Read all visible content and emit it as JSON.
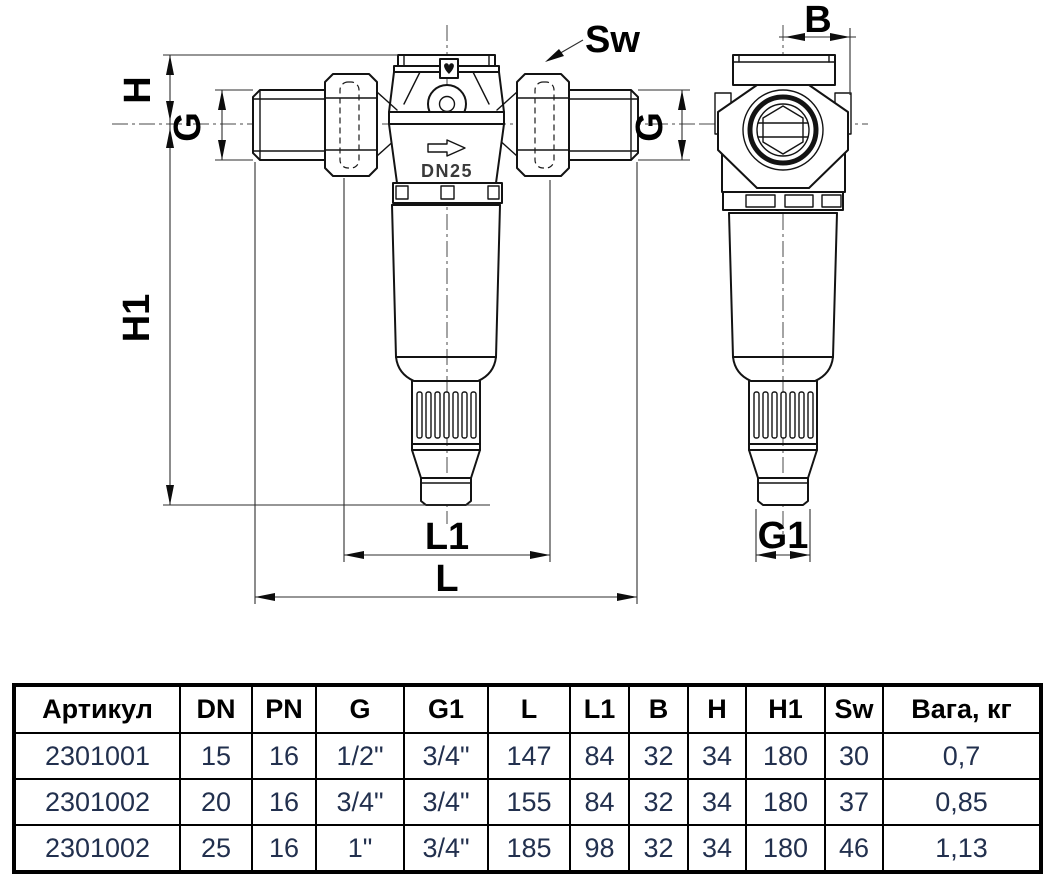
{
  "drawing": {
    "labels": {
      "h": "H",
      "g": "G",
      "h1": "H1",
      "l1": "L1",
      "l": "L",
      "sw": "Sw",
      "b": "B",
      "g1": "G1",
      "dn": "DN25"
    }
  },
  "table": {
    "headers": [
      "Артикул",
      "DN",
      "PN",
      "G",
      "G1",
      "L",
      "L1",
      "B",
      "H",
      "H1",
      "Sw",
      "Вага, кг"
    ],
    "rows": [
      [
        "2301001",
        "15",
        "16",
        "1/2\"",
        "3/4\"",
        "147",
        "84",
        "32",
        "34",
        "180",
        "30",
        "0,7"
      ],
      [
        "2301002",
        "20",
        "16",
        "3/4\"",
        "3/4\"",
        "155",
        "84",
        "32",
        "34",
        "180",
        "37",
        "0,85"
      ],
      [
        "2301002",
        "25",
        "16",
        "1\"",
        "3/4\"",
        "185",
        "98",
        "32",
        "34",
        "180",
        "46",
        "1,13"
      ]
    ]
  },
  "colors": {
    "line": "#131313",
    "table_border": "#000000",
    "header_text": "#000000",
    "data_text": "#22304e",
    "background": "#ffffff"
  }
}
